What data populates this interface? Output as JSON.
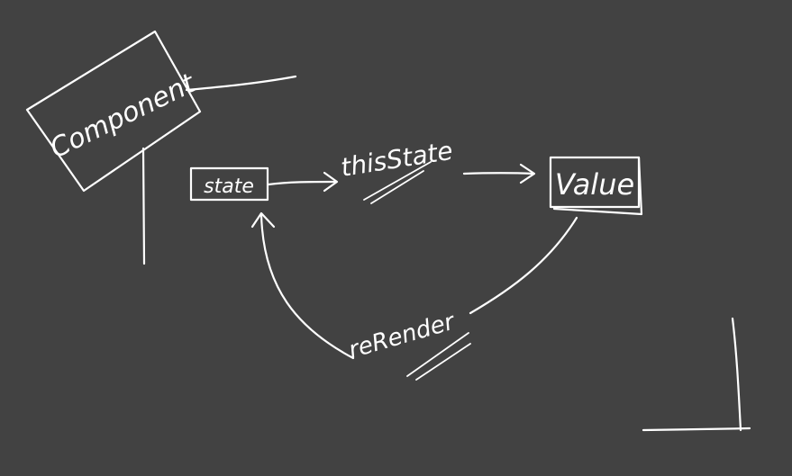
{
  "canvas": {
    "background": "#424242",
    "ink": "#ffffff"
  },
  "nodes": {
    "component": "Component",
    "state": "state",
    "value": "Value"
  },
  "edges": {
    "this_state": "thisState",
    "re_render": "reRender"
  }
}
